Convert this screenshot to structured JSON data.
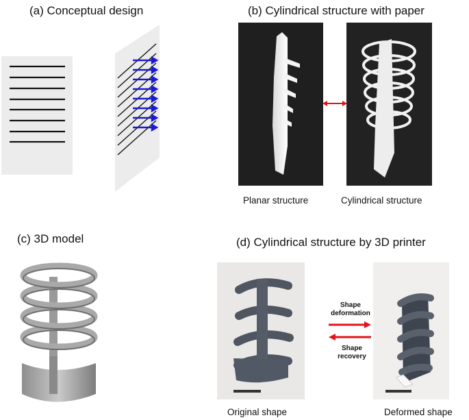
{
  "captions": {
    "a": "(a) Conceptual design",
    "b": "(b) Cylindrical structure with paper",
    "c": "(c) 3D model",
    "d": "(d) Cylindrical structure by 3D printer"
  },
  "labels": {
    "planar": "Planar structure",
    "cylindrical": "Cylindrical structure",
    "original": "Original shape",
    "deformed": "Deformed shape",
    "shape_deformation": "Shape deformation",
    "shape_recovery": "Shape recovery"
  },
  "colors": {
    "arrow_red": "#e0151b",
    "arrow_blue": "#1a18d8",
    "paper_gray": "#ececec",
    "photo_dark": "#1f1f1f",
    "print_gray": "#4f5661"
  }
}
